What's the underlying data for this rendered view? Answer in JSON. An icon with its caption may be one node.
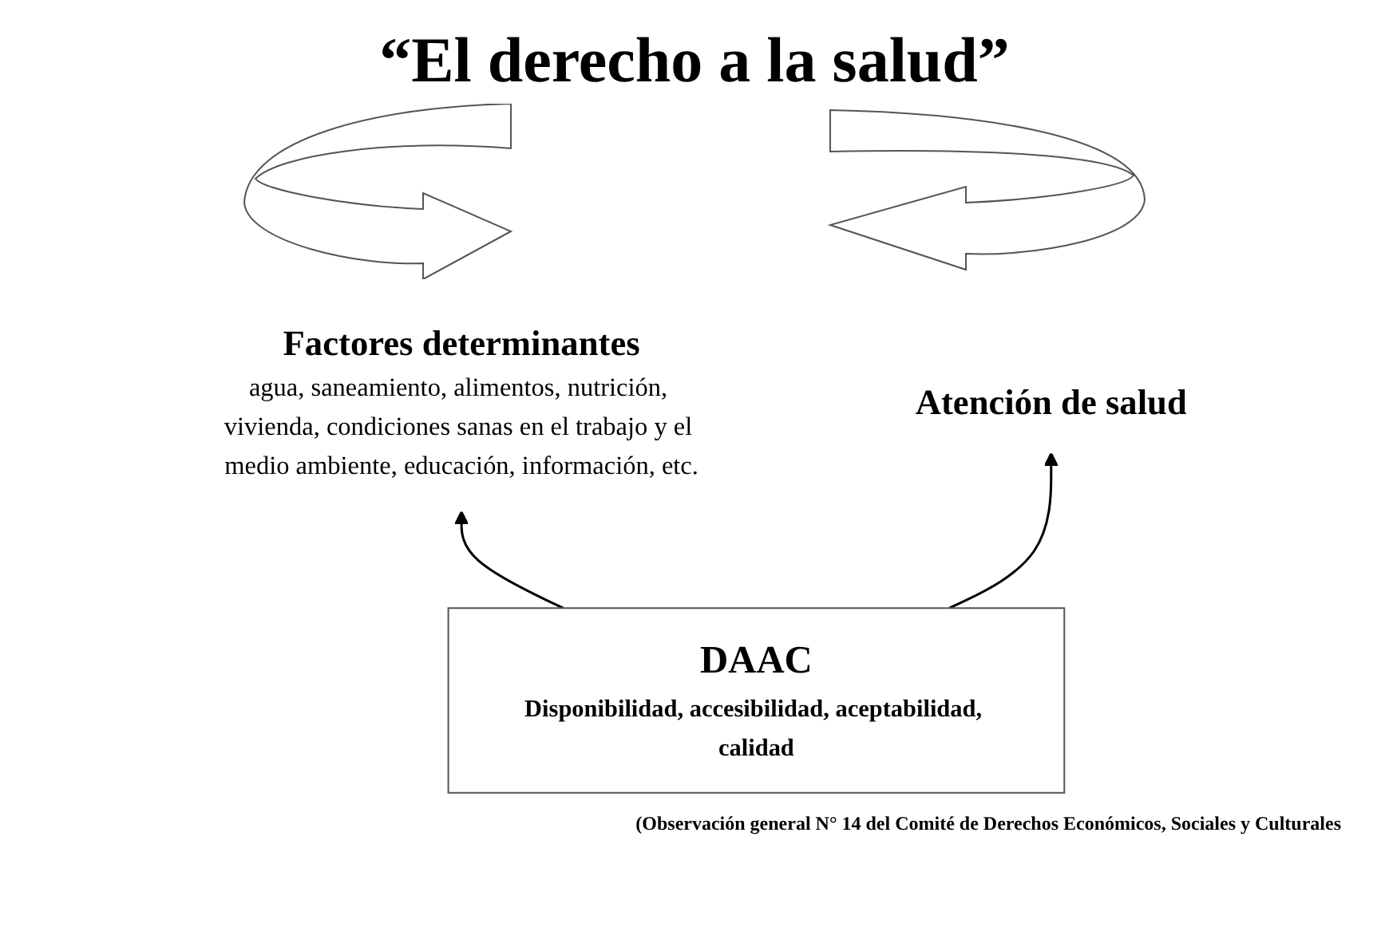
{
  "diagram": {
    "title": "“El derecho a la salud”",
    "nodes": [
      {
        "text": [
          "Factores determinantes",
          "agua, saneamiento, alimentos, nutrición, vivienda, condiciones sanas en el trabajo y el medio ambiente, educación, información, etc."
        ]
      },
      {
        "text": [
          "Atención de salud"
        ]
      },
      {
        "text": [
          "DAAC",
          "Disponibilidad, accesibilidad, aceptabilidad, calidad"
        ]
      }
    ],
    "edges": [
      {
        "from": 2,
        "to": 0,
        "arrow": "to"
      },
      {
        "from": 2,
        "to": 1,
        "arrow": "to"
      }
    ],
    "caption": "(Observación general N° 14 del Comité de Derechos Económicos, Sociales y Culturales"
  }
}
